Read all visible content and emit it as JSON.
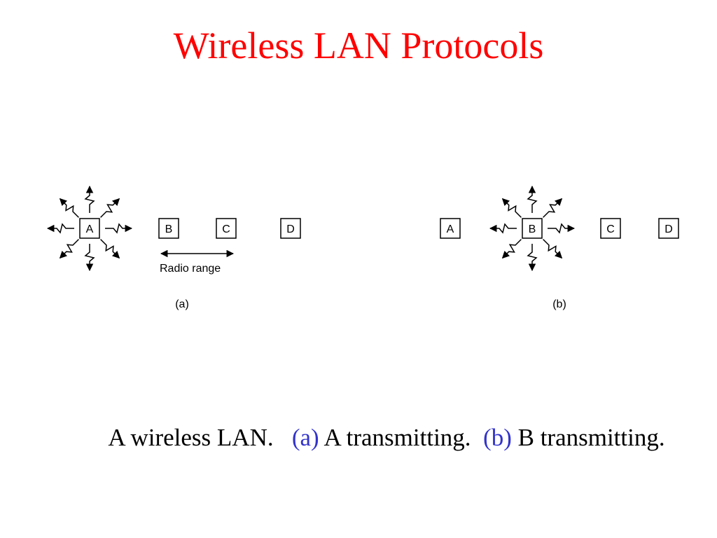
{
  "slide": {
    "title": "Wireless LAN Protocols",
    "title_color": "#ff0000"
  },
  "diagram": {
    "panels": [
      {
        "label": "(a)",
        "nodes": [
          "A",
          "B",
          "C",
          "D"
        ],
        "transmitter": "A",
        "range_label": "Radio range"
      },
      {
        "label": "(b)",
        "nodes": [
          "A",
          "B",
          "C",
          "D"
        ],
        "transmitter": "B"
      }
    ]
  },
  "caption": {
    "part1": "A wireless LAN.",
    "a_marker": "(a)",
    "part2": "A transmitting.",
    "b_marker": "(b)",
    "part3": "B transmitting.",
    "marker_color": "#3333cc"
  }
}
